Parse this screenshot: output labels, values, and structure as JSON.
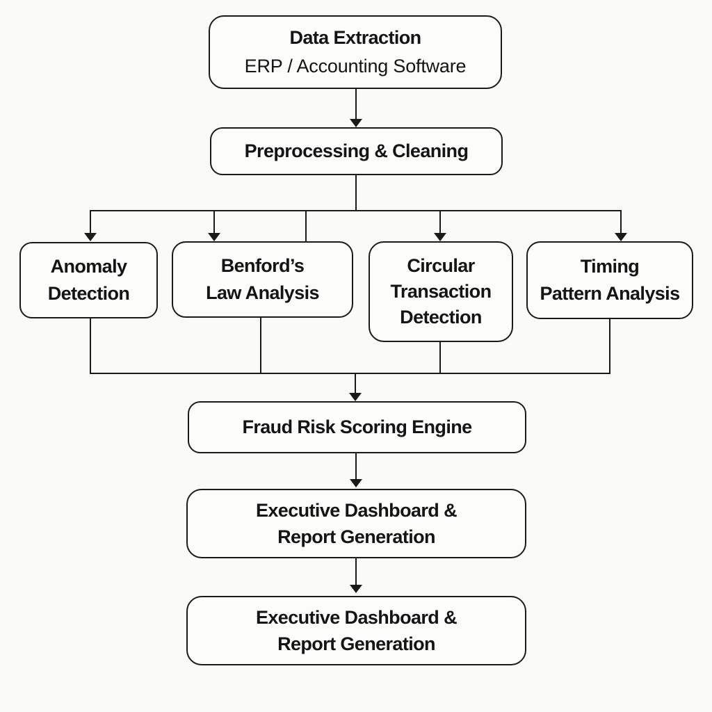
{
  "diagram": {
    "type": "flowchart",
    "orientation": "top-down",
    "nodes": [
      {
        "id": "data-extraction",
        "title": "Data Extraction",
        "subtitle": "ERP / Accounting Software"
      },
      {
        "id": "preprocessing",
        "label": "Preprocessing & Cleaning"
      },
      {
        "id": "anomaly",
        "label": "Anomaly\nDetection"
      },
      {
        "id": "benford",
        "label": "Benford’s\nLaw Analysis"
      },
      {
        "id": "circular",
        "label": "Circular\nTransaction\nDetection"
      },
      {
        "id": "timing",
        "label": "Timing\nPattern Analysis"
      },
      {
        "id": "fraud-engine",
        "label": "Fraud Risk Scoring Engine"
      },
      {
        "id": "dashboard-1",
        "label": "Executive Dashboard &\nReport Generation"
      },
      {
        "id": "dashboard-2",
        "label": "Executive Dashboard &\nReport Generation"
      }
    ],
    "edges": [
      {
        "from": "data-extraction",
        "to": "preprocessing"
      },
      {
        "from": "preprocessing",
        "to": "anomaly"
      },
      {
        "from": "preprocessing",
        "to": "benford"
      },
      {
        "from": "preprocessing",
        "to": "circular"
      },
      {
        "from": "preprocessing",
        "to": "timing"
      },
      {
        "from": "anomaly",
        "to": "fraud-engine"
      },
      {
        "from": "benford",
        "to": "fraud-engine"
      },
      {
        "from": "circular",
        "to": "fraud-engine"
      },
      {
        "from": "timing",
        "to": "fraud-engine"
      },
      {
        "from": "fraud-engine",
        "to": "dashboard-1"
      },
      {
        "from": "dashboard-1",
        "to": "dashboard-2"
      }
    ],
    "colors": {
      "background": "#fafaf7",
      "node_fill": "#fcfcfa",
      "line": "#1a1a1a",
      "text": "#141414"
    }
  }
}
